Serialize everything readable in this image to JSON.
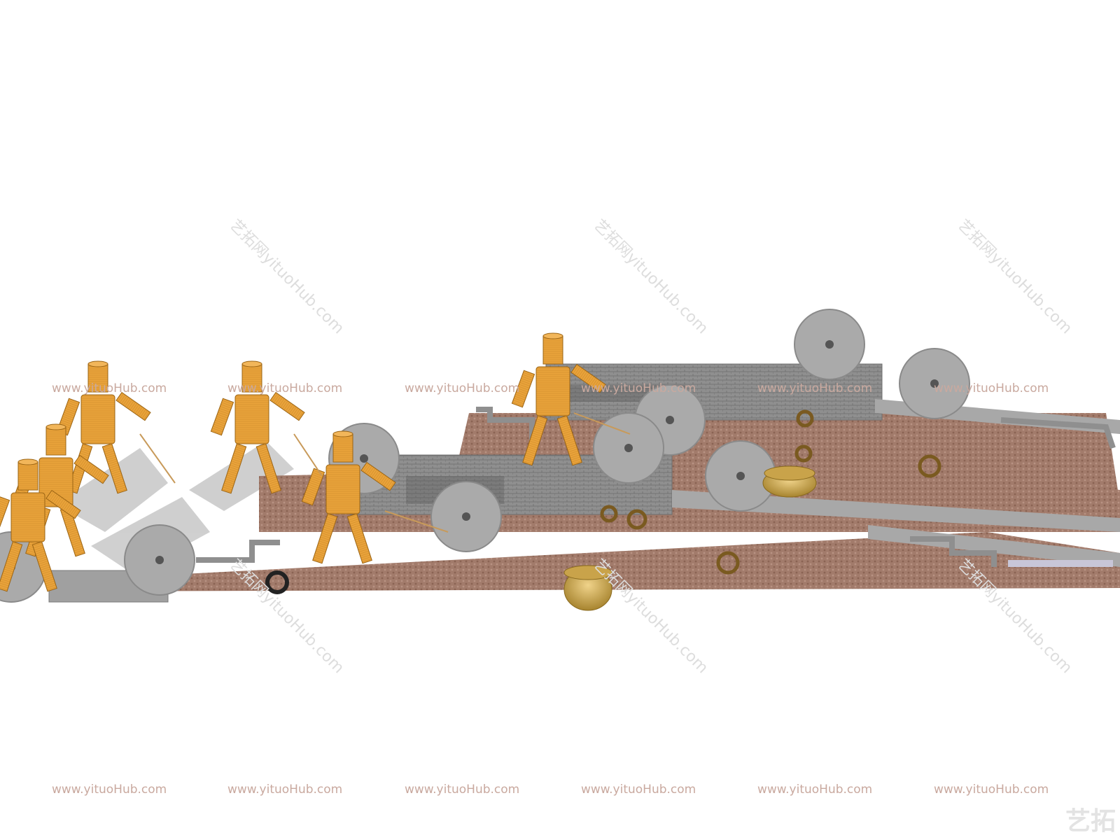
{
  "watermark": {
    "url": "www.yituoHub.com",
    "diagonal": "艺拓网yituoHub.com",
    "logo": "艺拓"
  },
  "scene": {
    "icons": [
      "wooden-figure",
      "millstone",
      "pot",
      "stone-ring"
    ],
    "colors": {
      "wood": "#e8a33a",
      "wood_dark": "#b97516",
      "stone": "#a9a9a9",
      "wall": "#8a8a8a",
      "paving": "#a07a6a",
      "shadow": "#bdbdbd",
      "bronze": "#d4b25a"
    }
  }
}
